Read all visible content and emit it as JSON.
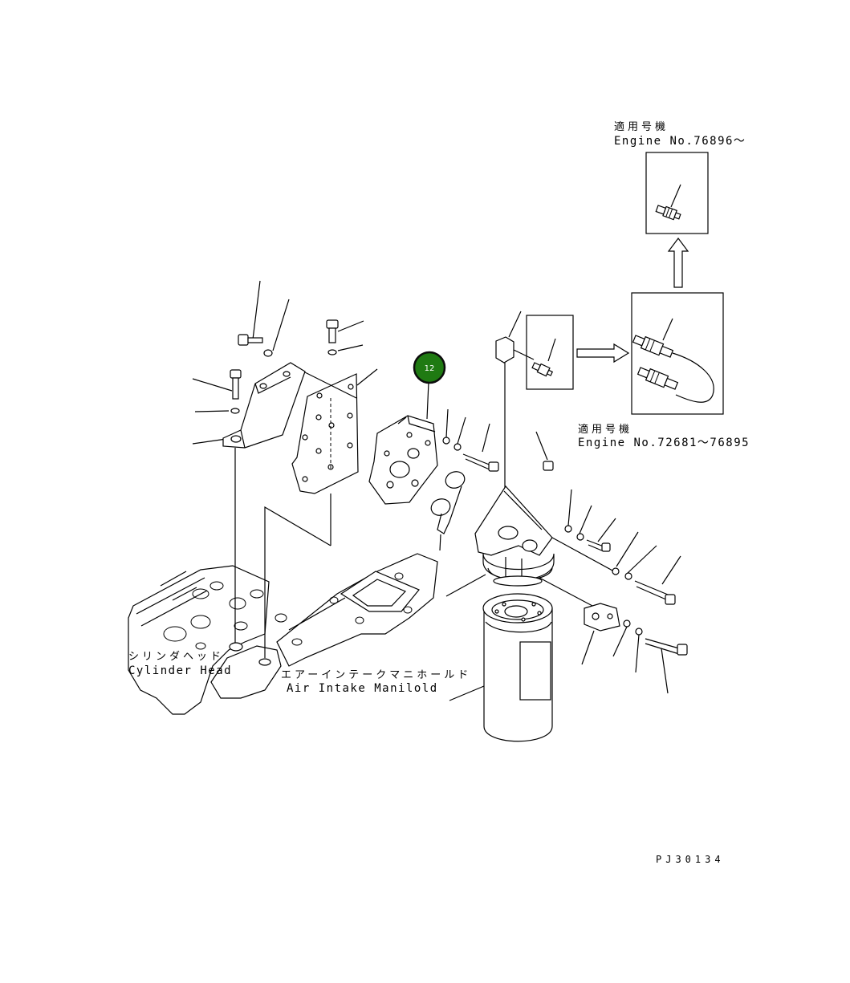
{
  "note_top": {
    "applicable_jp": "適用号機",
    "engine_range": "Engine No.76896〜"
  },
  "note_mid": {
    "applicable_jp": "適用号機",
    "engine_range": "Engine No.72681〜76895"
  },
  "labels": {
    "cylinder_head_jp": "シリンダヘッド",
    "cylinder_head_en": "Cylinder Head",
    "intake_manifold_jp": "エアーインテークマニホールド",
    "intake_manifold_en": "Air Intake Manilold"
  },
  "callout": {
    "number": "12",
    "color": "#1f7a12"
  },
  "drawing_code": "PJ30134"
}
